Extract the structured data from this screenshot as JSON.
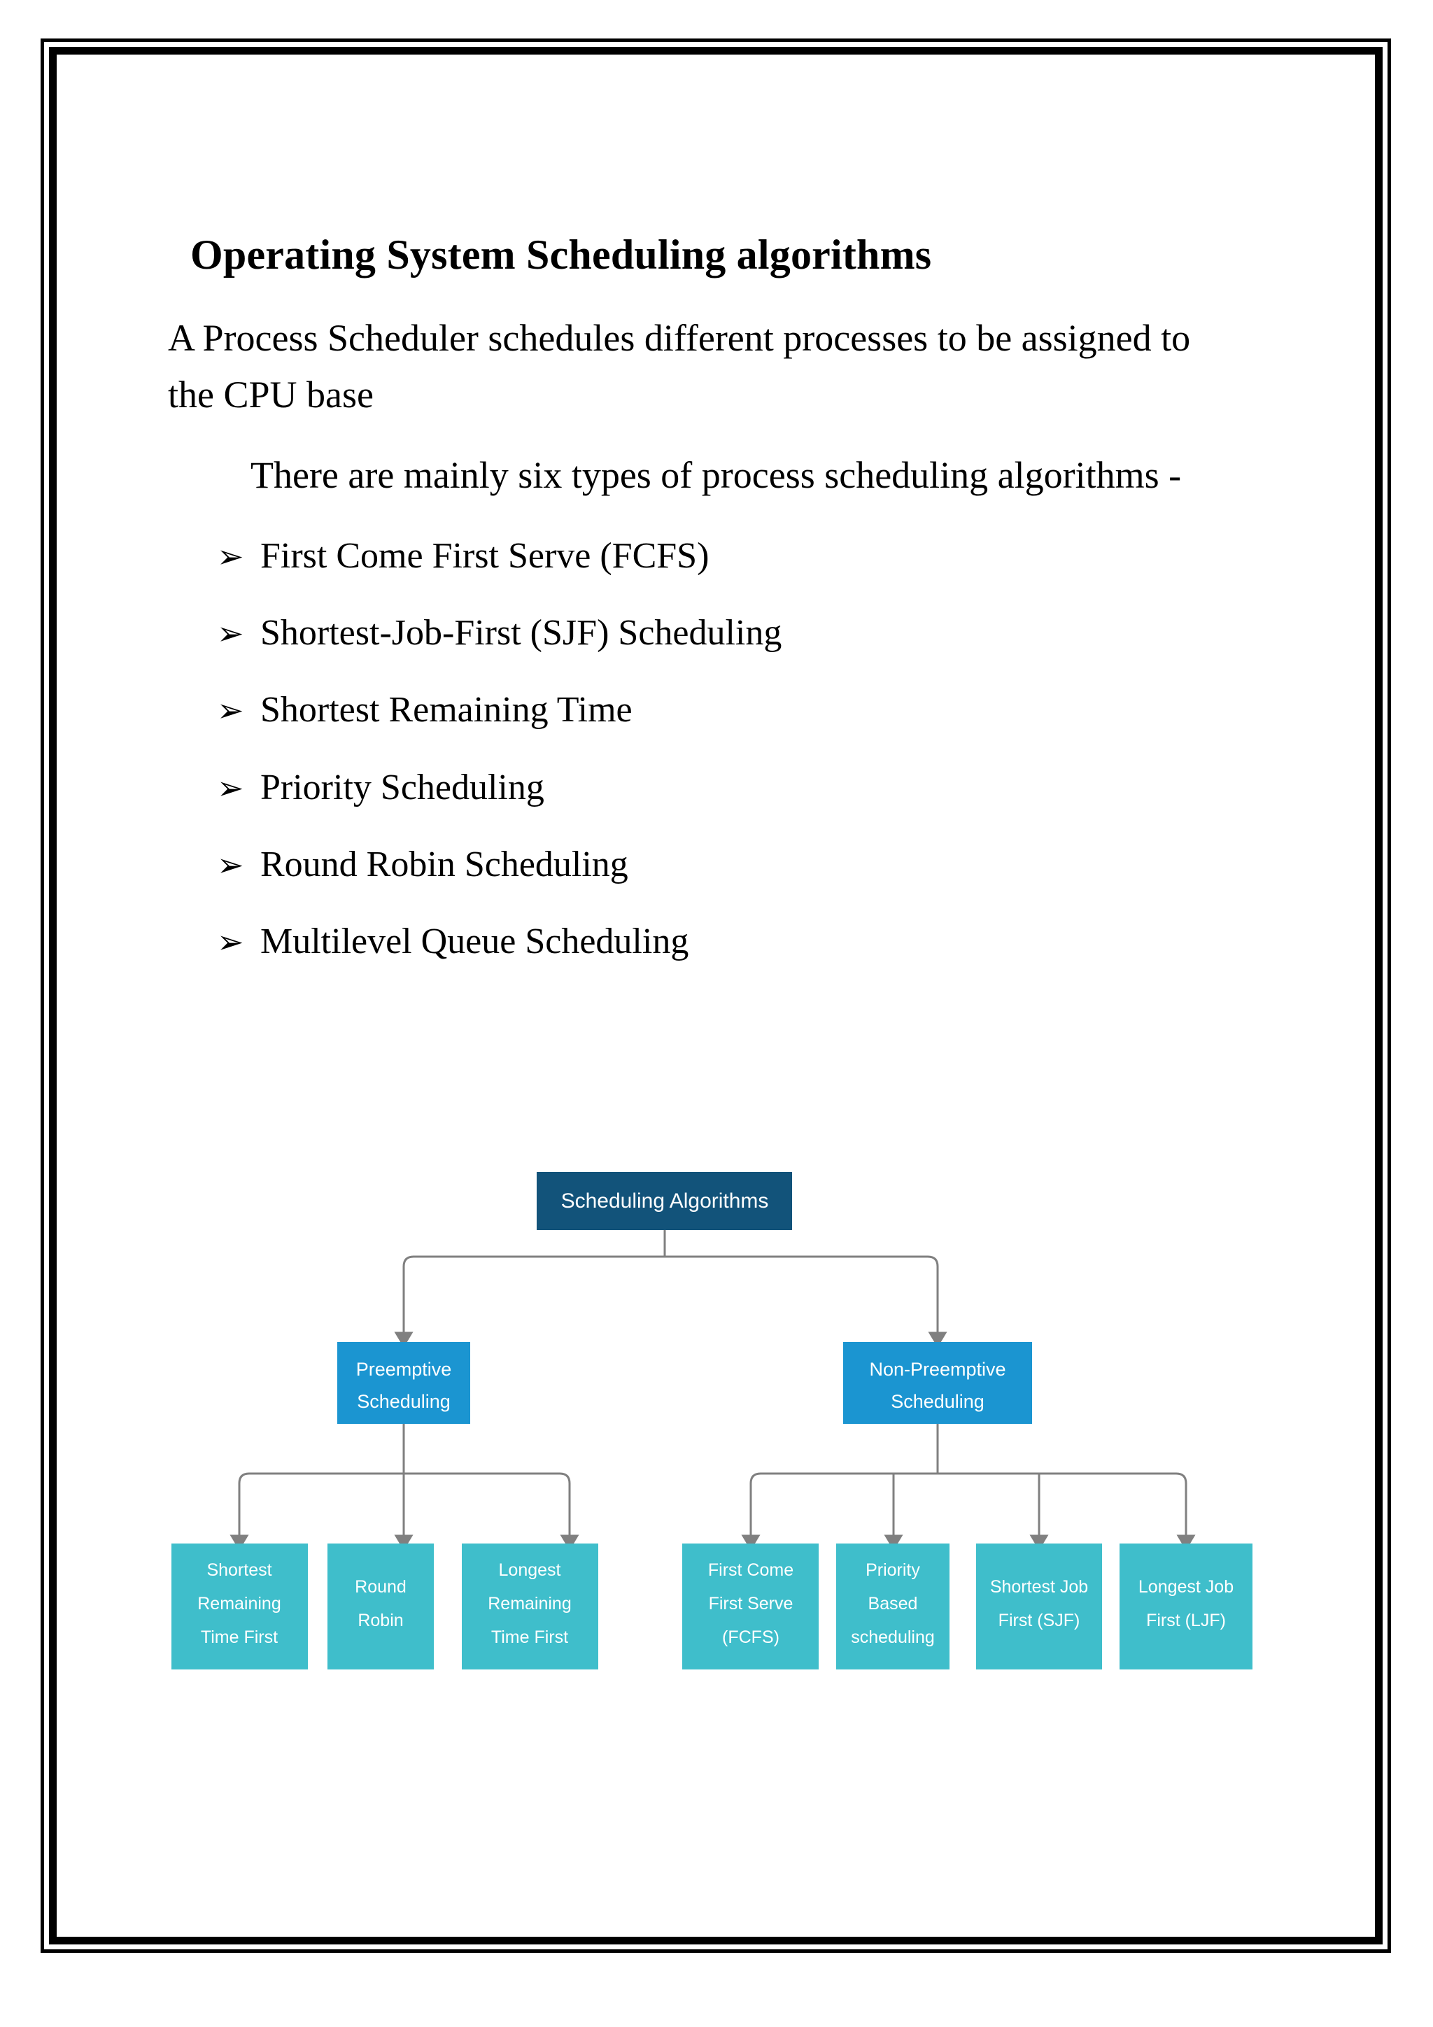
{
  "document": {
    "title": "Operating System Scheduling algorithms",
    "paragraphs": [
      {
        "indent": false,
        "text": "A Process Scheduler schedules different processes to be assigned to the CPU base"
      },
      {
        "indent": true,
        "text": "There are mainly six types of process scheduling algorithms -"
      }
    ],
    "bullet_glyph": "➢",
    "algorithms": [
      "First Come First Serve (FCFS)",
      "Shortest-Job-First (SJF) Scheduling",
      "Shortest Remaining Time",
      "Priority Scheduling",
      "Round Robin Scheduling",
      "Multilevel Queue Scheduling"
    ]
  },
  "diagram": {
    "colors": {
      "root": "#12537A",
      "mid": "#1B95D1",
      "leaf": "#3FBECB",
      "connector": "#808080",
      "label_text": "#FFFFFF"
    },
    "root": {
      "label": "Scheduling Algorithms"
    },
    "branches": [
      {
        "id": "preemptive",
        "label_lines": [
          "Preemptive",
          "Scheduling"
        ],
        "children": [
          {
            "label_lines": [
              "Shortest",
              "Remaining",
              "Time First"
            ]
          },
          {
            "label_lines": [
              "Round",
              "Robin"
            ]
          },
          {
            "label_lines": [
              "Longest",
              "Remaining",
              "Time First"
            ]
          }
        ]
      },
      {
        "id": "non-preemptive",
        "label_lines": [
          "Non-Preemptive",
          "Scheduling"
        ],
        "children": [
          {
            "label_lines": [
              "First Come",
              "First Serve",
              "(FCFS)"
            ]
          },
          {
            "label_lines": [
              "Priority",
              "Based",
              "scheduling"
            ]
          },
          {
            "label_lines": [
              "Shortest Job",
              "First (SJF)"
            ]
          },
          {
            "label_lines": [
              "Longest Job",
              "First (LJF)"
            ]
          }
        ]
      }
    ]
  }
}
